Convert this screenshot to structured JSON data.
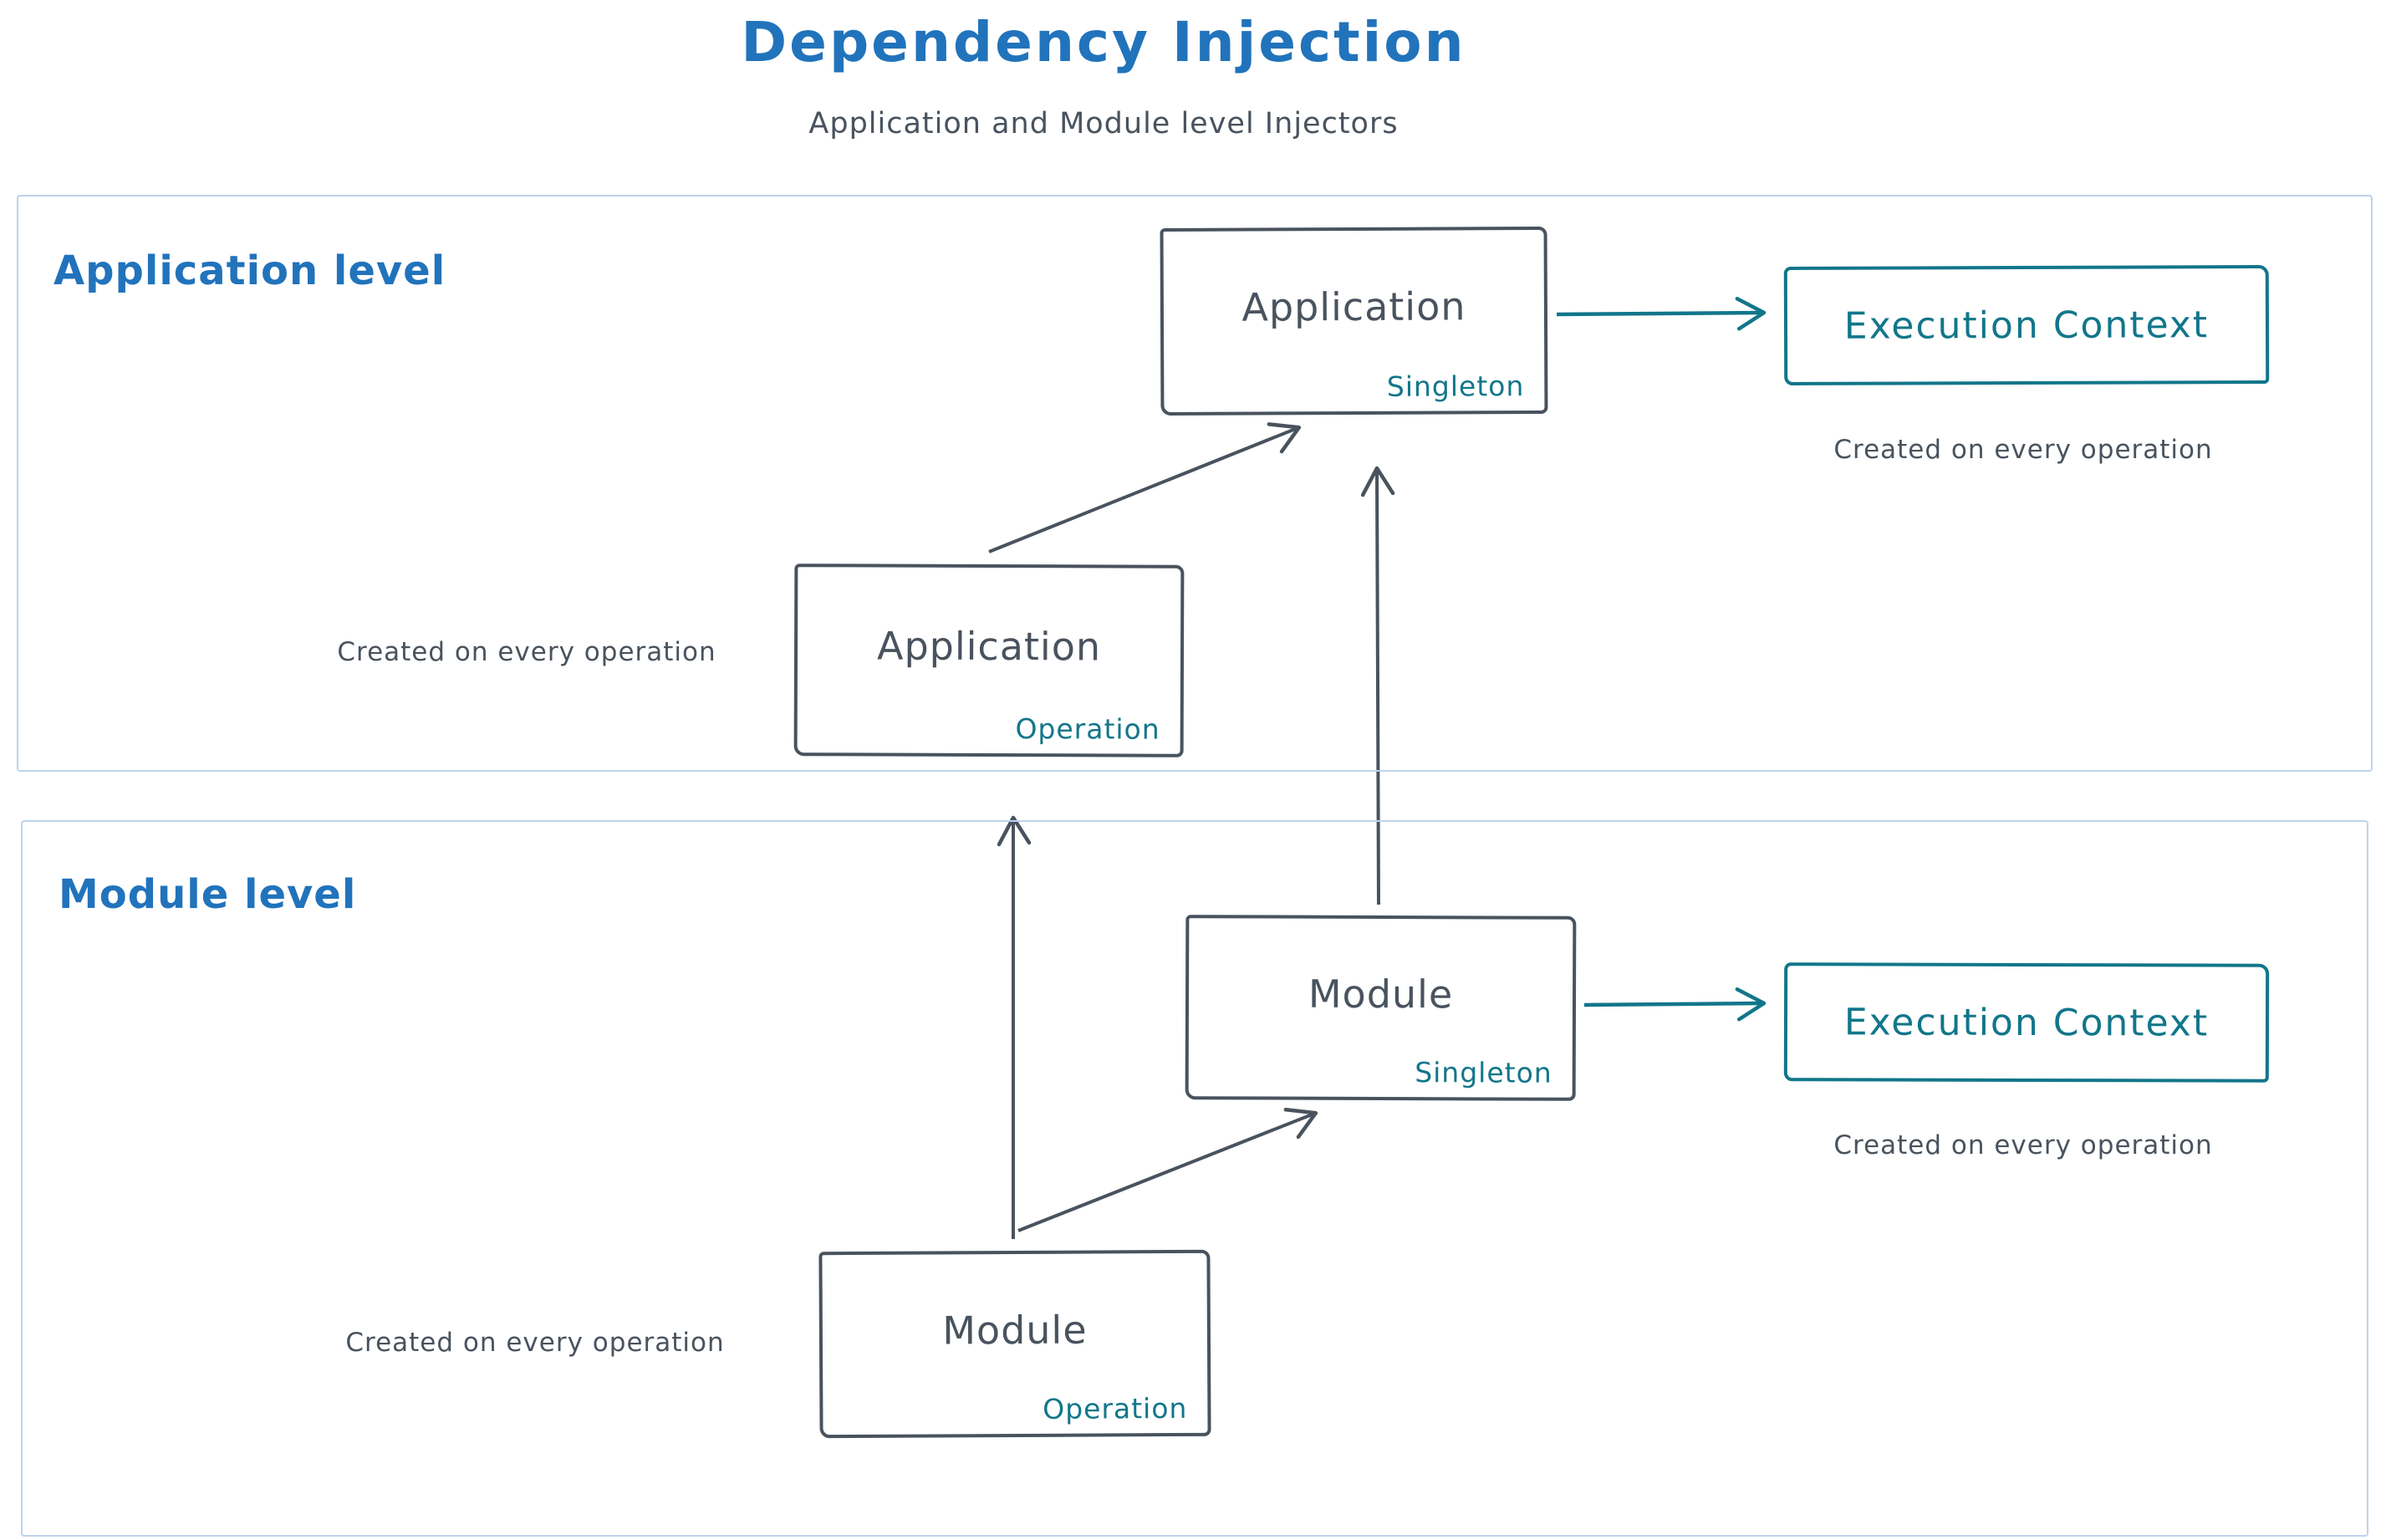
{
  "title": "Dependency Injection",
  "subtitle": "Application and Module level Injectors",
  "colors": {
    "blue": "#2173bb",
    "slate": "#49535e",
    "teal": "#12768a",
    "container_border": "#bdd3ec"
  },
  "app": {
    "label": "Application level",
    "singleton_box": {
      "name": "Application",
      "tag": "Singleton"
    },
    "operation_box": {
      "name": "Application",
      "tag": "Operation"
    },
    "execution_context": {
      "label": "Execution Context",
      "caption": "Created on every operation"
    },
    "operation_caption": "Created on every operation"
  },
  "module": {
    "label": "Module level",
    "singleton_box": {
      "name": "Module",
      "tag": "Singleton"
    },
    "operation_box": {
      "name": "Module",
      "tag": "Operation"
    },
    "execution_context": {
      "label": "Execution Context",
      "caption": "Created on every operation"
    },
    "operation_caption": "Created on every operation"
  }
}
